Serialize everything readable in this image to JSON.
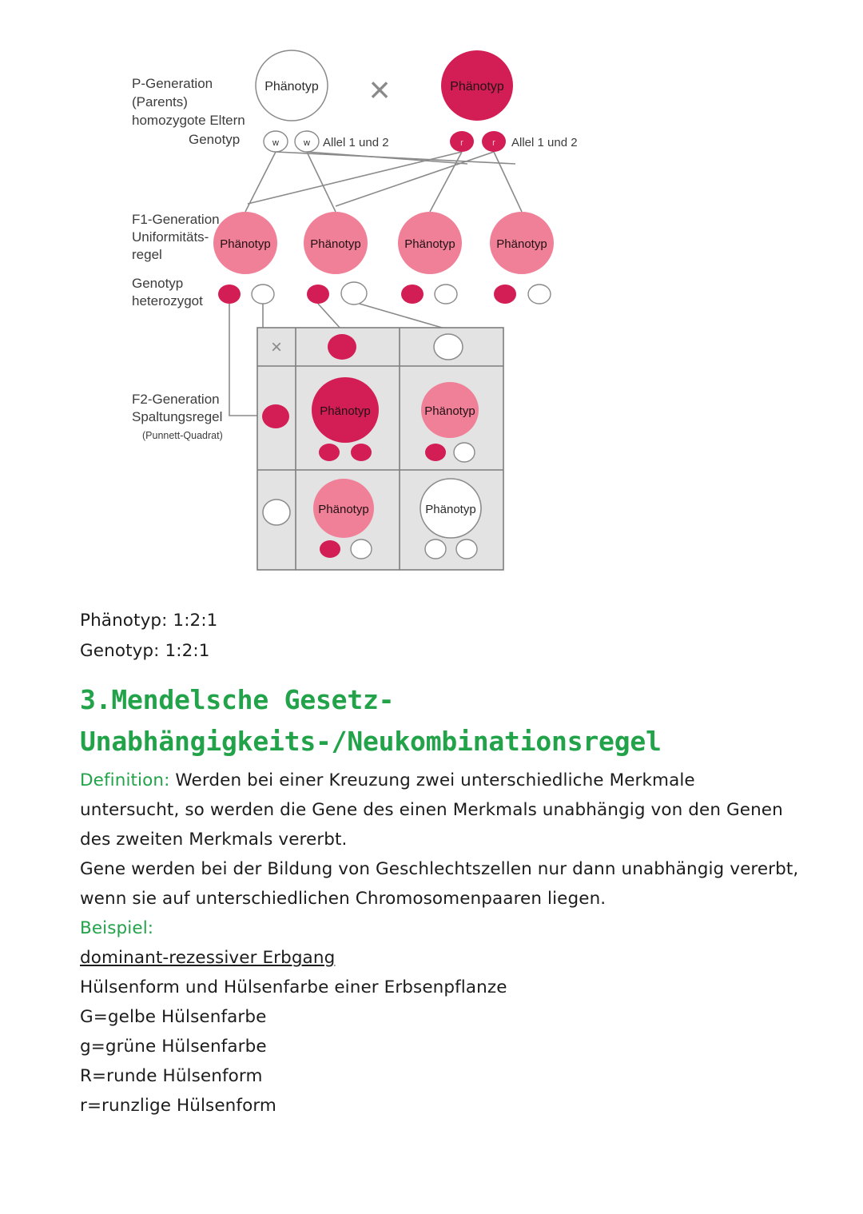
{
  "colors": {
    "deep_pink": "#d21e55",
    "light_pink": "#f08098",
    "white": "#ffffff",
    "grid_fill": "#e3e3e3",
    "grid_stroke": "#7d7d7d",
    "line_stroke": "#8a8a8a",
    "diagram_text": "#3c3c3c",
    "heading_green": "#22a34a",
    "body_text": "#1c1c1c"
  },
  "diagram": {
    "labels": {
      "p_generation": [
        "P-Generation",
        "(Parents)",
        "homozygote Eltern"
      ],
      "genotyp_p": "Genotyp",
      "f1_generation": [
        "F1-Generation",
        "Uniformitäts-",
        "regel"
      ],
      "genotyp_f1": [
        "Genotyp",
        "heterozygot"
      ],
      "f2_generation": [
        "F2-Generation",
        "Spaltungsregel"
      ],
      "f2_subnote": "(Punnett-Quadrat)"
    },
    "p_generation": {
      "parent_left": {
        "phenotype": "Phänotyp",
        "fill": "white"
      },
      "parent_right": {
        "phenotype": "Phänotyp",
        "fill": "deep_pink"
      },
      "cross_symbol": "×",
      "alleles_left": {
        "labels": [
          "w",
          "w"
        ],
        "caption": "Allel 1 und 2",
        "fill": "white"
      },
      "alleles_right": {
        "labels": [
          "r",
          "r"
        ],
        "caption": "Allel 1 und 2",
        "fill": "deep_pink"
      }
    },
    "f1_generation": {
      "offspring": [
        {
          "phenotype": "Phänotyp",
          "fill": "light_pink",
          "genotype": [
            "deep_pink",
            "white"
          ]
        },
        {
          "phenotype": "Phänotyp",
          "fill": "light_pink",
          "genotype": [
            "deep_pink",
            "white"
          ]
        },
        {
          "phenotype": "Phänotyp",
          "fill": "light_pink",
          "genotype": [
            "deep_pink",
            "white"
          ]
        },
        {
          "phenotype": "Phänotyp",
          "fill": "light_pink",
          "genotype": [
            "deep_pink",
            "white"
          ]
        }
      ]
    },
    "punnett": {
      "corner_symbol": "×",
      "column_headers": [
        {
          "fill": "deep_pink"
        },
        {
          "fill": "white"
        }
      ],
      "row_headers": [
        {
          "fill": "deep_pink"
        },
        {
          "fill": "white"
        }
      ],
      "cells": [
        [
          {
            "phenotype": "Phänotyp",
            "fill": "deep_pink",
            "genotype": [
              "deep_pink",
              "deep_pink"
            ]
          },
          {
            "phenotype": "Phänotyp",
            "fill": "light_pink",
            "genotype": [
              "deep_pink",
              "white"
            ]
          }
        ],
        [
          {
            "phenotype": "Phänotyp",
            "fill": "light_pink",
            "genotype": [
              "deep_pink",
              "white"
            ]
          },
          {
            "phenotype": "Phänotyp",
            "fill": "white",
            "genotype": [
              "white",
              "white"
            ]
          }
        ]
      ]
    }
  },
  "notes": {
    "phaenotyp_ratio": "Phänotyp: 1:2:1",
    "genotyp_ratio": "Genotyp: 1:2:1"
  },
  "section": {
    "heading": "3.Mendelsche Gesetz-\nUnabhängigkeits-/Neukombinationsregel",
    "definition_label": "Definition:",
    "definition_text": " Werden bei einer Kreuzung zwei unterschiedliche Merkmale untersucht, so werden die Gene des einen Merkmals unabhängig von den Genen des zweiten Merkmals vererbt.",
    "second_paragraph": "Gene werden bei der Bildung von Geschlechtszellen nur dann unabhängig vererbt, wenn sie auf unterschiedlichen Chromosomenpaaren liegen.",
    "example_label": "Beispiel:",
    "example_subtitle": "dominant-rezessiver Erbgang",
    "example_lines": [
      "Hülsenform und Hülsenfarbe einer Erbsenpflanze",
      "G=gelbe Hülsenfarbe",
      "g=grüne Hülsenfarbe",
      "R=runde Hülsenform",
      "r=runzlige Hülsenform"
    ]
  }
}
